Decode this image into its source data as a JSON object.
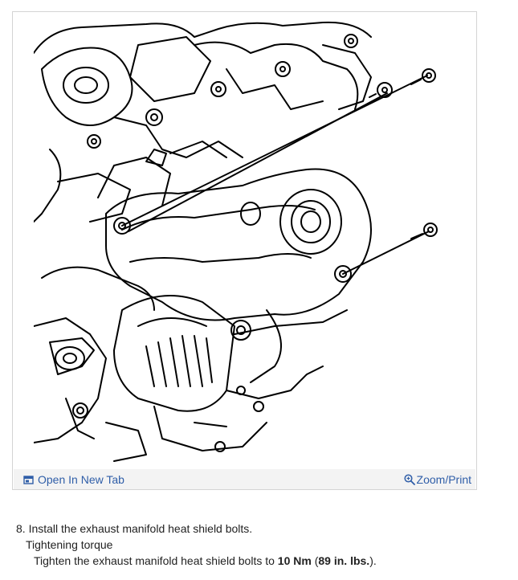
{
  "figure": {
    "open_tab_label": "Open In New Tab",
    "zoom_label": "Zoom/Print",
    "open_tab_icon": "open-in-new-tab-icon",
    "zoom_icon": "magnifier-icon",
    "link_color": "#2f5ea8"
  },
  "step": {
    "number": "8.",
    "instruction": "Install the exhaust manifold heat shield bolts.",
    "subheading": "Tightening torque",
    "torque_prefix": "Tighten the exhaust manifold heat shield bolts to ",
    "torque_value": "10 Nm",
    "torque_open": " (",
    "torque_imperial": "89 in. lbs.",
    "torque_close": ")."
  }
}
